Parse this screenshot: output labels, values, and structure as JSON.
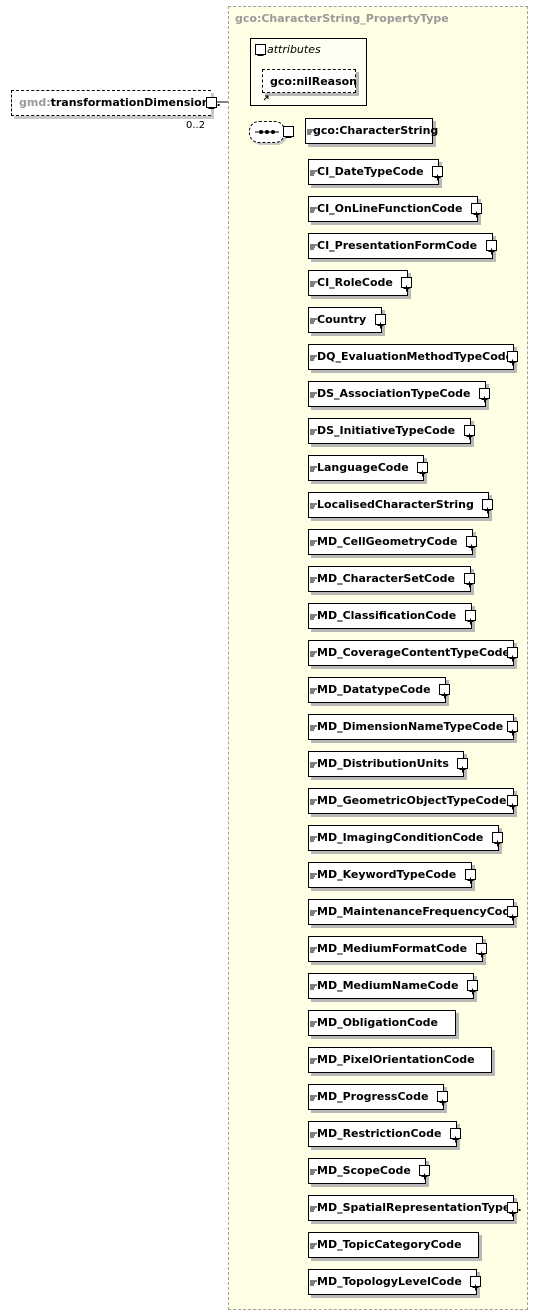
{
  "type_name": "gco:CharacterString_PropertyType",
  "attributes_label": "attributes",
  "attribute": {
    "name": "gco:nilReason"
  },
  "root_element": {
    "prefix": "gmd:",
    "name": "transformationDimension…",
    "cardinality": "0..2"
  },
  "head_element": "gco:CharacterString",
  "substitution_elements": [
    {
      "name": "CI_DateTypeCode",
      "expandable": true
    },
    {
      "name": "CI_OnLineFunctionCode",
      "expandable": true
    },
    {
      "name": "CI_PresentationFormCode",
      "expandable": true
    },
    {
      "name": "CI_RoleCode",
      "expandable": true
    },
    {
      "name": "Country",
      "expandable": true
    },
    {
      "name": "DQ_EvaluationMethodTypeCode",
      "expandable": true
    },
    {
      "name": "DS_AssociationTypeCode",
      "expandable": true
    },
    {
      "name": "DS_InitiativeTypeCode",
      "expandable": true
    },
    {
      "name": "LanguageCode",
      "expandable": true
    },
    {
      "name": "LocalisedCharacterString",
      "expandable": true
    },
    {
      "name": "MD_CellGeometryCode",
      "expandable": true
    },
    {
      "name": "MD_CharacterSetCode",
      "expandable": true
    },
    {
      "name": "MD_ClassificationCode",
      "expandable": true
    },
    {
      "name": "MD_CoverageContentTypeCode",
      "expandable": true
    },
    {
      "name": "MD_DatatypeCode",
      "expandable": true
    },
    {
      "name": "MD_DimensionNameTypeCode",
      "expandable": true
    },
    {
      "name": "MD_DistributionUnits",
      "expandable": true
    },
    {
      "name": "MD_GeometricObjectTypeCode",
      "expandable": true
    },
    {
      "name": "MD_ImagingConditionCode",
      "expandable": true
    },
    {
      "name": "MD_KeywordTypeCode",
      "expandable": true
    },
    {
      "name": "MD_MaintenanceFrequencyCode",
      "expandable": true
    },
    {
      "name": "MD_MediumFormatCode",
      "expandable": true
    },
    {
      "name": "MD_MediumNameCode",
      "expandable": true
    },
    {
      "name": "MD_ObligationCode",
      "expandable": false
    },
    {
      "name": "MD_PixelOrientationCode",
      "expandable": false
    },
    {
      "name": "MD_ProgressCode",
      "expandable": true
    },
    {
      "name": "MD_RestrictionCode",
      "expandable": true
    },
    {
      "name": "MD_ScopeCode",
      "expandable": true
    },
    {
      "name": "MD_SpatialRepresentationType…",
      "expandable": true
    },
    {
      "name": "MD_TopicCategoryCode",
      "expandable": false
    },
    {
      "name": "MD_TopologyLevelCode",
      "expandable": true
    }
  ]
}
